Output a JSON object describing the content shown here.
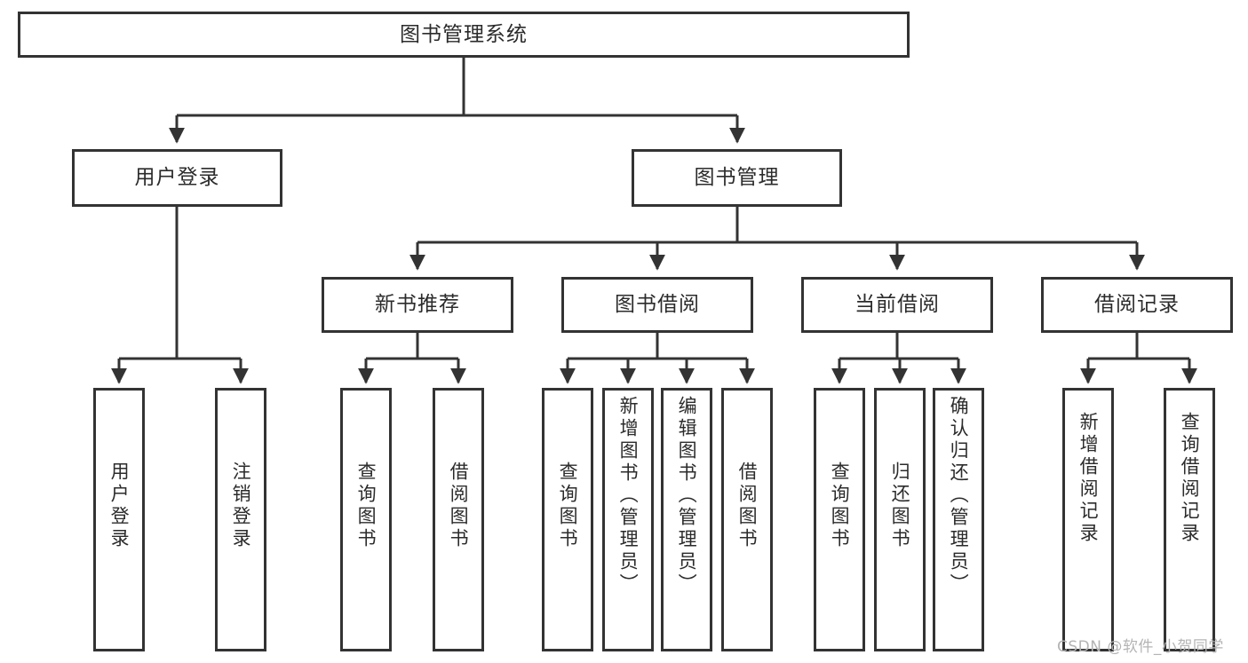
{
  "diagram": {
    "title": "图书管理系统",
    "type": "tree-hierarchy",
    "colors": {
      "box_border": "#333333",
      "box_fill": "#ffffff",
      "line": "#333333",
      "text": "#2b2b2b",
      "watermark": "#b4b4b4",
      "background": "#ffffff"
    }
  },
  "root": {
    "label": "图书管理系统"
  },
  "level2": [
    {
      "label": "用户登录"
    },
    {
      "label": "图书管理"
    }
  ],
  "level3": [
    {
      "label": "新书推荐"
    },
    {
      "label": "图书借阅"
    },
    {
      "label": "当前借阅"
    },
    {
      "label": "借阅记录"
    }
  ],
  "leaves": {
    "user_login": [
      {
        "label": "用户登录"
      },
      {
        "label": "注销登录"
      }
    ],
    "new_book": [
      {
        "label": "查询图书"
      },
      {
        "label": "借阅图书"
      }
    ],
    "book_borrow": [
      {
        "label": "查询图书"
      },
      {
        "label": "新增图书（管理员）"
      },
      {
        "label": "编辑图书（管理员）"
      },
      {
        "label": "借阅图书"
      }
    ],
    "current_borrow": [
      {
        "label": "查询图书"
      },
      {
        "label": "归还图书"
      },
      {
        "label": "确认归还（管理员）"
      }
    ],
    "borrow_record": [
      {
        "label": "新增借阅记录"
      },
      {
        "label": "查询借阅记录"
      }
    ]
  },
  "watermark": {
    "text": "CSDN @软件_小贺同学"
  }
}
